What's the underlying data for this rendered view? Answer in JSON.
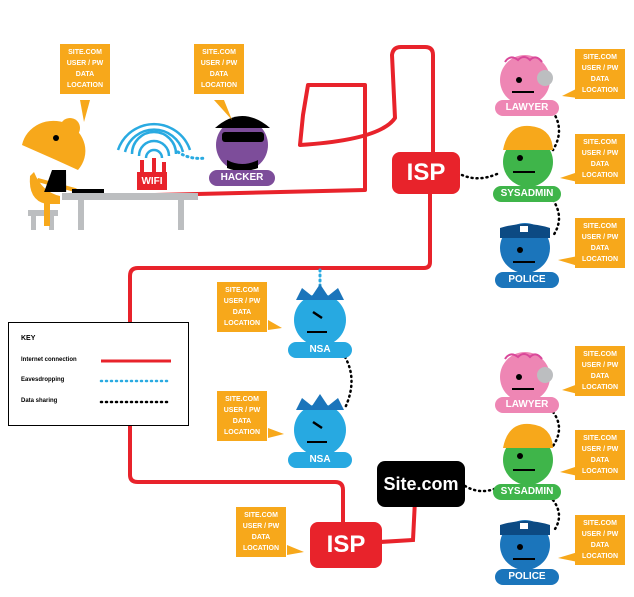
{
  "bubble_lines": [
    "SITE.COM",
    "USER / PW",
    "DATA",
    "LOCATION"
  ],
  "labels": {
    "hacker": "HACKER",
    "wifi": "WIFI",
    "isp": "ISP",
    "site": "Site.com",
    "lawyer": "LAWYER",
    "sysadmin": "SYSADMIN",
    "police": "POLICE",
    "nsa": "NSA"
  },
  "key": {
    "title": "KEY",
    "internet": "Internet connection",
    "eavesdropping": "Eavesdropping",
    "data_sharing": "Data sharing"
  },
  "colors": {
    "connection": "#e8232b",
    "eavesdrop": "#29aae1",
    "bubble": "#f7a81b",
    "lawyer": "#ee86b4",
    "sysadmin": "#3fb54a",
    "police": "#1b75bb",
    "nsa": "#27a9e1",
    "hacker": "#7d4d9a",
    "user": "#f7a81b"
  }
}
